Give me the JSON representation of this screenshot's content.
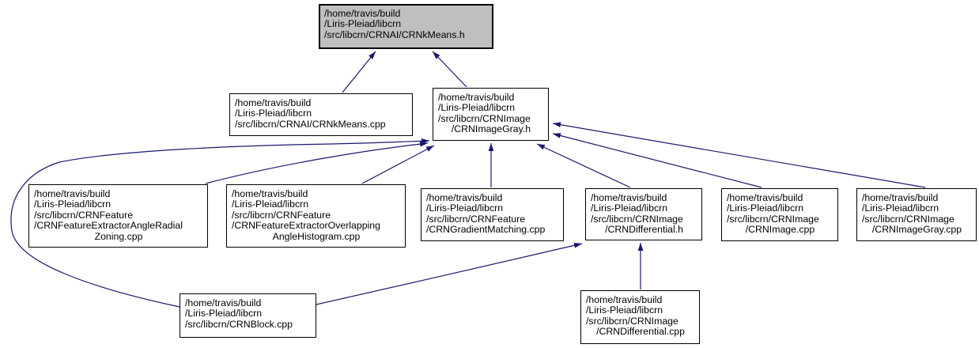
{
  "diagram": {
    "kind": "include-dependency-graph",
    "edge_color": "#191970",
    "node_border_color": "#000000",
    "node_fill": "#ffffff",
    "root_fill": "#bfbfbf",
    "text_color": "#000000"
  },
  "nodes": {
    "kmeans_h": {
      "lines": [
        "/home/travis/build",
        "/Liris-Pleiad/libcrn",
        "/src/libcrn/CRNAI/CRNkMeans.h"
      ]
    },
    "kmeans_cpp": {
      "lines": [
        "/home/travis/build",
        "/Liris-Pleiad/libcrn",
        "/src/libcrn/CRNAI/CRNkMeans.cpp"
      ]
    },
    "imagegray_h": {
      "lines": [
        "/home/travis/build",
        "/Liris-Pleiad/libcrn",
        "/src/libcrn/CRNImage",
        "/CRNImageGray.h"
      ]
    },
    "angleradial": {
      "lines": [
        "/home/travis/build",
        "/Liris-Pleiad/libcrn",
        "/src/libcrn/CRNFeature",
        "/CRNFeatureExtractorAngleRadial",
        "Zoning.cpp"
      ]
    },
    "overlapping": {
      "lines": [
        "/home/travis/build",
        "/Liris-Pleiad/libcrn",
        "/src/libcrn/CRNFeature",
        "/CRNFeatureExtractorOverlapping",
        "AngleHistogram.cpp"
      ]
    },
    "gradient": {
      "lines": [
        "/home/travis/build",
        "/Liris-Pleiad/libcrn",
        "/src/libcrn/CRNFeature",
        "/CRNGradientMatching.cpp"
      ]
    },
    "differential_h": {
      "lines": [
        "/home/travis/build",
        "/Liris-Pleiad/libcrn",
        "/src/libcrn/CRNImage",
        "/CRNDifferential.h"
      ]
    },
    "image_cpp": {
      "lines": [
        "/home/travis/build",
        "/Liris-Pleiad/libcrn",
        "/src/libcrn/CRNImage",
        "/CRNImage.cpp"
      ]
    },
    "imagegray_cpp": {
      "lines": [
        "/home/travis/build",
        "/Liris-Pleiad/libcrn",
        "/src/libcrn/CRNImage",
        "/CRNImageGray.cpp"
      ]
    },
    "block_cpp": {
      "lines": [
        "/home/travis/build",
        "/Liris-Pleiad/libcrn",
        "/src/libcrn/CRNBlock.cpp"
      ]
    },
    "differential_cpp": {
      "lines": [
        "/home/travis/build",
        "/Liris-Pleiad/libcrn",
        "/src/libcrn/CRNImage",
        "/CRNDifferential.cpp"
      ]
    }
  },
  "edges": [
    {
      "from": "CRNkMeans.cpp",
      "to": "CRNkMeans.h"
    },
    {
      "from": "CRNImageGray.h",
      "to": "CRNkMeans.h"
    },
    {
      "from": "CRNFeatureExtractorAngleRadialZoning.cpp",
      "to": "CRNImageGray.h"
    },
    {
      "from": "CRNFeatureExtractorOverlappingAngleHistogram.cpp",
      "to": "CRNImageGray.h"
    },
    {
      "from": "CRNGradientMatching.cpp",
      "to": "CRNImageGray.h"
    },
    {
      "from": "CRNDifferential.h",
      "to": "CRNImageGray.h"
    },
    {
      "from": "CRNImage.cpp",
      "to": "CRNImageGray.h"
    },
    {
      "from": "CRNImageGray.cpp",
      "to": "CRNImageGray.h"
    },
    {
      "from": "CRNBlock.cpp",
      "to": "CRNImageGray.h"
    },
    {
      "from": "CRNBlock.cpp",
      "to": "CRNDifferential.h"
    },
    {
      "from": "CRNDifferential.cpp",
      "to": "CRNDifferential.h"
    }
  ]
}
